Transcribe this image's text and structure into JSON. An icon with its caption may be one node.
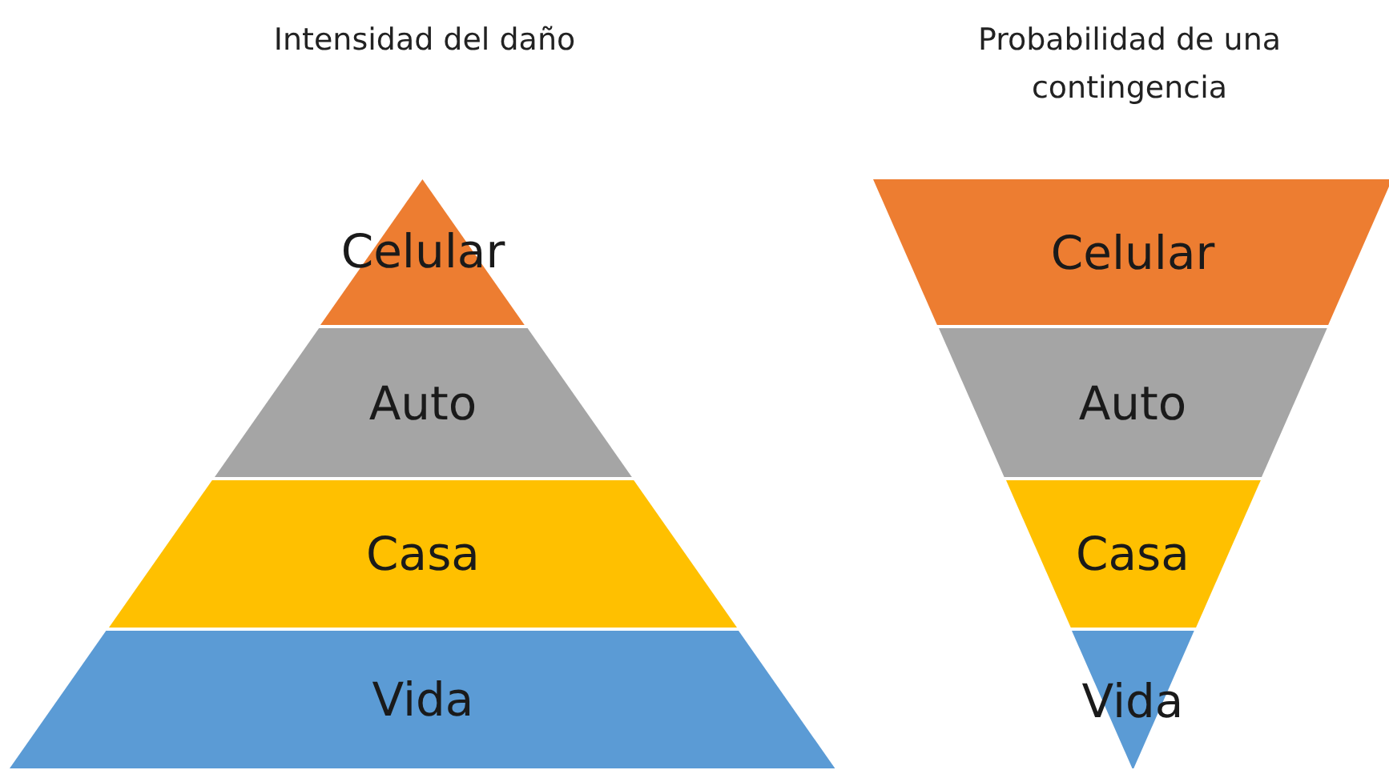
{
  "diagram": {
    "nodes": [
      {
        "text": [
          "Celular"
        ]
      },
      {
        "text": [
          "Auto"
        ]
      },
      {
        "text": [
          "Casa"
        ]
      },
      {
        "text": [
          "Vida"
        ]
      },
      {
        "text": [
          "Celular"
        ]
      },
      {
        "text": [
          "Auto"
        ]
      },
      {
        "text": [
          "Casa"
        ]
      },
      {
        "text": [
          "Vida"
        ]
      }
    ],
    "labels": [
      "Intensidad del daño",
      "Probabilidad de una contingencia"
    ]
  }
}
